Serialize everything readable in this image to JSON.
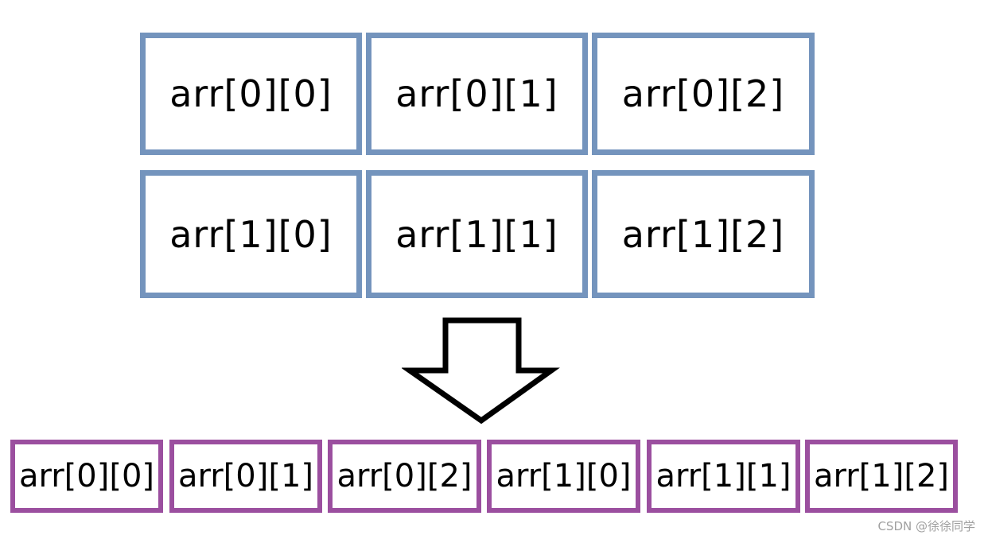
{
  "grid": {
    "rows": [
      [
        "arr[0][0]",
        "arr[0][1]",
        "arr[0][2]"
      ],
      [
        "arr[1][0]",
        "arr[1][1]",
        "arr[1][2]"
      ]
    ]
  },
  "flat": {
    "cells": [
      "arr[0][0]",
      "arr[0][1]",
      "arr[0][2]",
      "arr[1][0]",
      "arr[1][1]",
      "arr[1][2]"
    ]
  },
  "arrow_icon": "down-arrow-outline-icon",
  "colors": {
    "grid_border": "#7494bd",
    "flat_border": "#9b4f9f",
    "arrow": "#000000"
  },
  "watermark": "CSDN @徐徐同学"
}
